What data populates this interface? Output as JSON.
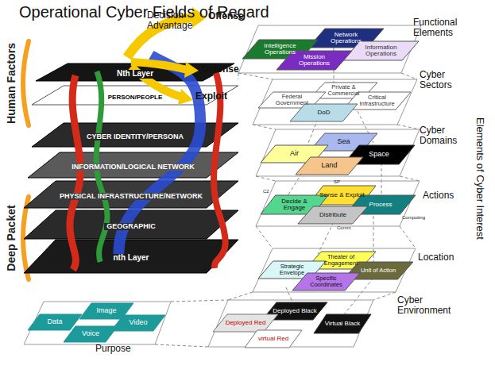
{
  "diagram": {
    "title": "Operational Cyber Fields of Regard",
    "nodes": [
      {
        "text": [
          "Nth Layer"
        ]
      },
      {
        "text": [
          "PERSON/PEOPLE"
        ]
      },
      {
        "text": [
          "CYBER IDENTITY/PERSONA"
        ]
      },
      {
        "text": [
          "INFORMATION/LOGICAL NETWORK"
        ]
      },
      {
        "text": [
          "PHYSICAL INFRASTRUCTURE/NETWORK"
        ]
      },
      {
        "text": [
          "GEOGRAPHIC"
        ]
      },
      {
        "text": [
          "nth Layer"
        ]
      },
      {
        "text": [
          "Network Operations"
        ]
      },
      {
        "text": [
          "Intelligence Operations"
        ]
      },
      {
        "text": [
          "Information Operations"
        ]
      },
      {
        "text": [
          "Mission Operations"
        ]
      },
      {
        "text": [
          "Private & Commercial"
        ]
      },
      {
        "text": [
          "Federal Government"
        ]
      },
      {
        "text": [
          "Critical Infrastructure"
        ]
      },
      {
        "text": [
          "DoD"
        ]
      },
      {
        "text": [
          "Sea"
        ]
      },
      {
        "text": [
          "Air"
        ]
      },
      {
        "text": [
          "Space"
        ]
      },
      {
        "text": [
          "Land"
        ]
      },
      {
        "text": [
          "Sense & Exploit"
        ]
      },
      {
        "text": [
          "Decide & Engage"
        ]
      },
      {
        "text": [
          "Process"
        ]
      },
      {
        "text": [
          "Distribute"
        ]
      },
      {
        "text": [
          "Theater of Engagement"
        ]
      },
      {
        "text": [
          "Strategic Envelope"
        ]
      },
      {
        "text": [
          "Unit of Action"
        ]
      },
      {
        "text": [
          "Specific Coordinates"
        ]
      },
      {
        "text": [
          "Deployed Black"
        ]
      },
      {
        "text": [
          "Virtual Black"
        ]
      },
      {
        "text": [
          "Deployed Red"
        ]
      },
      {
        "text": [
          "virtual Red"
        ]
      },
      {
        "text": [
          "Image"
        ]
      },
      {
        "text": [
          "Data"
        ]
      },
      {
        "text": [
          "Video"
        ]
      },
      {
        "text": [
          "Voice"
        ]
      }
    ],
    "labels": [
      "Functional Elements",
      "Cyber Sectors",
      "Cyber Domains",
      "Actions",
      "Location",
      "Cyber Environment",
      "Purpose",
      "Elements of Cyber Interest",
      "Human Factors",
      "Deep Packet",
      "Decision Advantage",
      "Offense",
      "Defense",
      "Exploit",
      "C2",
      "SP",
      "Computing",
      "Comm"
    ]
  }
}
